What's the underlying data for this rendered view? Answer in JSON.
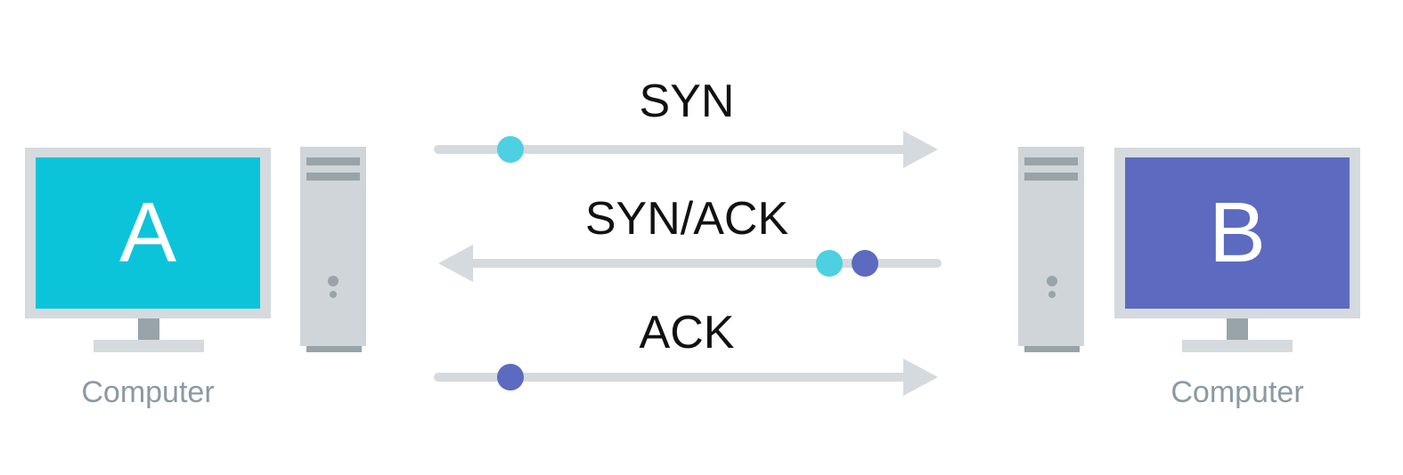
{
  "computers": [
    {
      "letter": "A",
      "caption": "Computer",
      "screen_color": "#0cc4da"
    },
    {
      "letter": "B",
      "caption": "Computer",
      "screen_color": "#5c6bc0"
    }
  ],
  "messages": [
    {
      "label": "SYN",
      "direction": "A-to-B",
      "packets": [
        "#4dd0e1"
      ]
    },
    {
      "label": "SYN/ACK",
      "direction": "B-to-A",
      "packets": [
        "#4dd0e1",
        "#5c6bc0"
      ]
    },
    {
      "label": "ACK",
      "direction": "A-to-B",
      "packets": [
        "#5c6bc0"
      ]
    }
  ],
  "colors": {
    "frame": "#d5dade",
    "tower": "#d0d5d9",
    "tower_dark": "#98a4aa",
    "stand": "#98a4aa",
    "arrow": "#d5dade"
  }
}
